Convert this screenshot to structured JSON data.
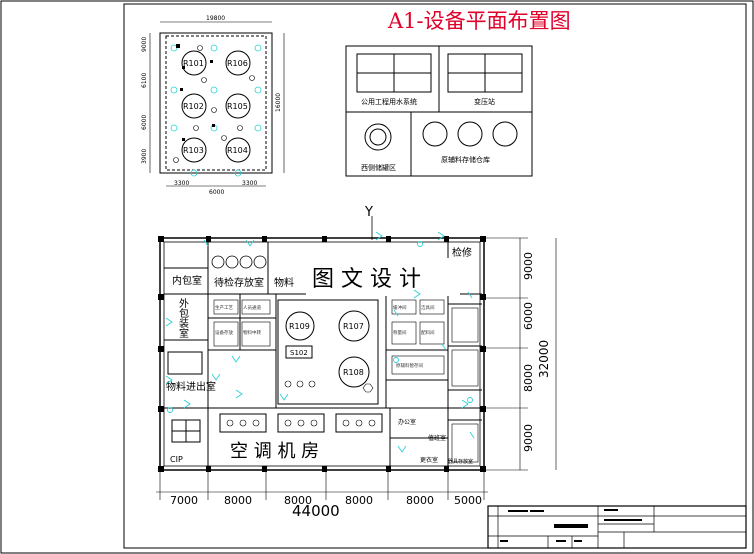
{
  "title": "A1-设备平面布置图",
  "site_plan": {
    "top_dim": "19800",
    "left_dims": [
      "9000",
      "6100",
      "6000",
      "3900"
    ],
    "right_dim": "16000",
    "bottom_dims": [
      "3300",
      "6000",
      "3300"
    ],
    "tanks": [
      "R101",
      "R106",
      "R102",
      "R105",
      "R103",
      "R104"
    ]
  },
  "equipment_board": {
    "utility_label": "公用工程用水系统",
    "transformer_label": "变压站",
    "tank_area_label": "西侧储罐区",
    "raw_storage_label": "原辅料存储仓库"
  },
  "floor_plan": {
    "y_axis_label": "Y",
    "watermark": "图 文 设 计",
    "rooms": {
      "inner_pack": "内包室",
      "pending_storage": "待检存放室",
      "material": "物料",
      "qc": "检修",
      "outer_pack": "外包装室",
      "material_entry": "物料进出室",
      "cip": "CIP",
      "hvac": "空 调 机 房",
      "office": "办公室",
      "duty": "值班室",
      "changing": "更衣室",
      "storage": "器具存放室"
    },
    "reactors": [
      "R109",
      "R107",
      "R108"
    ],
    "vessel": "S102",
    "right_dims": [
      "9000",
      "6000",
      "8000",
      "9000"
    ],
    "total_right": "32000",
    "bottom_dims": [
      "7000",
      "8000",
      "8000",
      "8000",
      "8000",
      "5000"
    ],
    "total_bottom": "44000"
  }
}
